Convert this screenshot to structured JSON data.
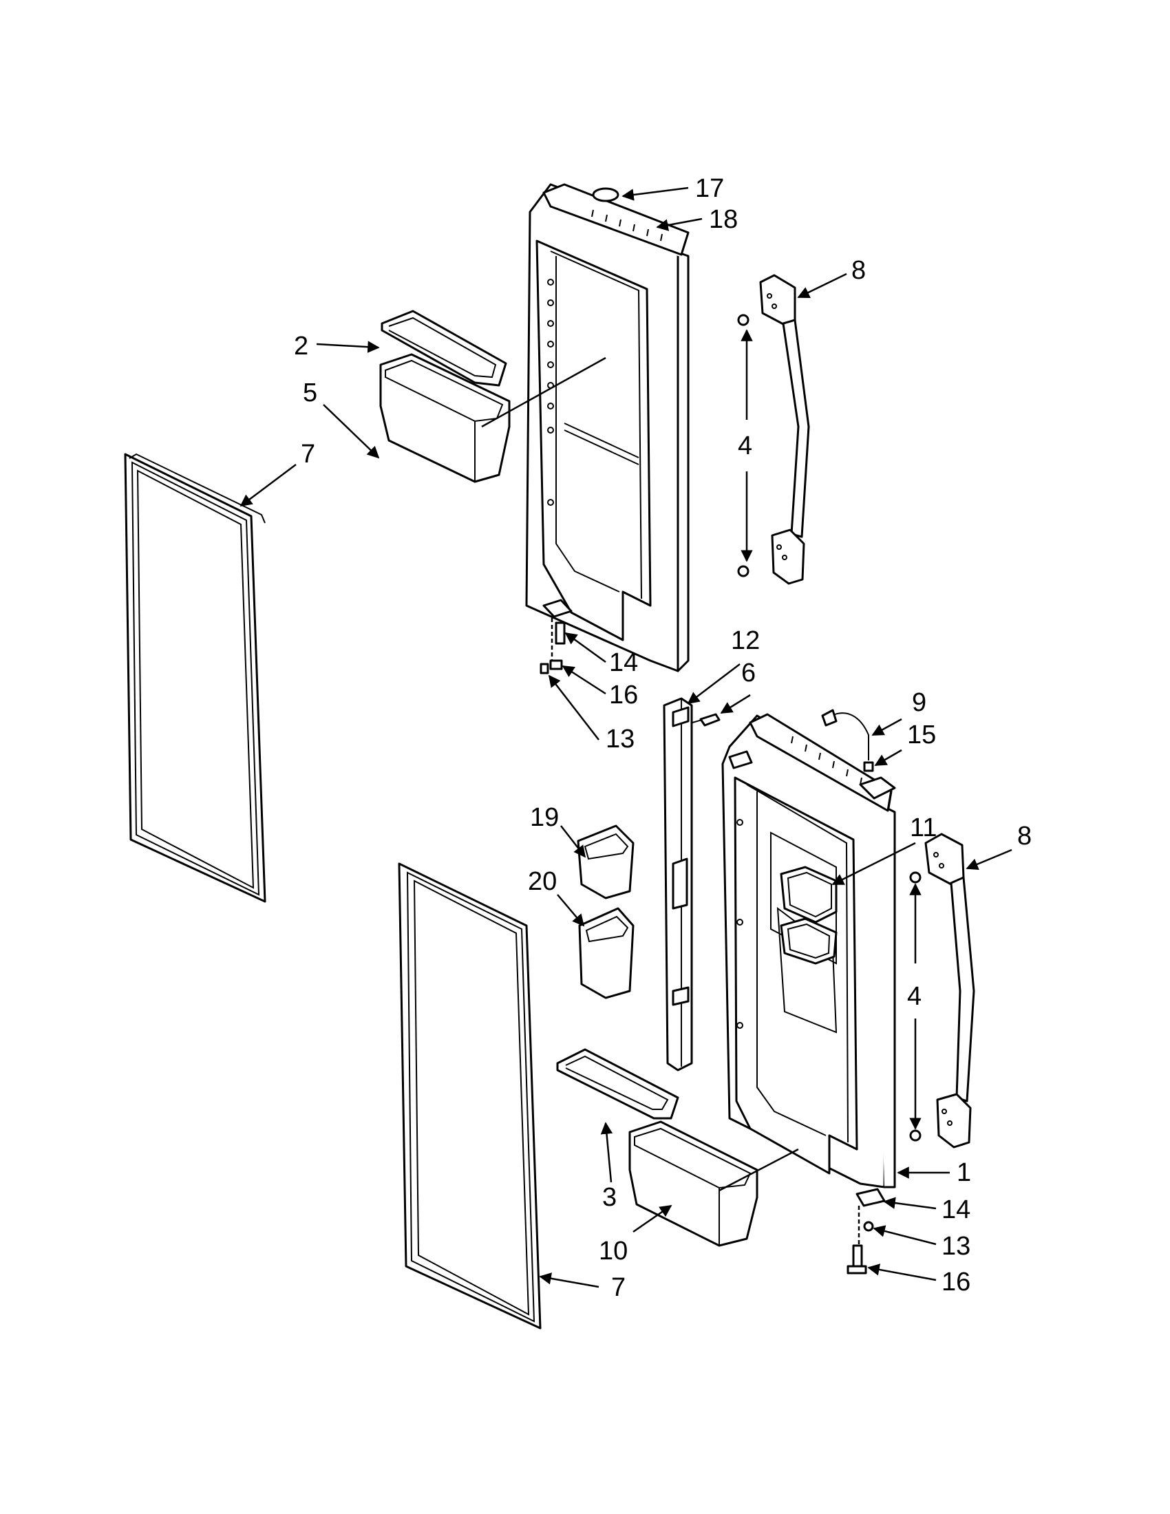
{
  "diagram": {
    "type": "exploded-parts-diagram",
    "callouts": [
      "1",
      "2",
      "3",
      "4",
      "5",
      "6",
      "7",
      "8",
      "9",
      "10",
      "11",
      "12",
      "13",
      "14",
      "15",
      "16",
      "17",
      "18",
      "19",
      "20"
    ],
    "labels": [
      {
        "id": "17",
        "text": "17"
      },
      {
        "id": "18",
        "text": "18"
      },
      {
        "id": "8-upper",
        "text": "8"
      },
      {
        "id": "2",
        "text": "2"
      },
      {
        "id": "5",
        "text": "5"
      },
      {
        "id": "7-upper",
        "text": "7"
      },
      {
        "id": "4-upper",
        "text": "4"
      },
      {
        "id": "14-upper",
        "text": "14"
      },
      {
        "id": "16-upper",
        "text": "16"
      },
      {
        "id": "13-upper",
        "text": "13"
      },
      {
        "id": "12",
        "text": "12"
      },
      {
        "id": "6",
        "text": "6"
      },
      {
        "id": "9",
        "text": "9"
      },
      {
        "id": "15",
        "text": "15"
      },
      {
        "id": "11",
        "text": "11"
      },
      {
        "id": "8-lower",
        "text": "8"
      },
      {
        "id": "19",
        "text": "19"
      },
      {
        "id": "20",
        "text": "20"
      },
      {
        "id": "4-lower",
        "text": "4"
      },
      {
        "id": "1",
        "text": "1"
      },
      {
        "id": "14-lower",
        "text": "14"
      },
      {
        "id": "13-lower",
        "text": "13"
      },
      {
        "id": "16-lower",
        "text": "16"
      },
      {
        "id": "3",
        "text": "3"
      },
      {
        "id": "10",
        "text": "10"
      },
      {
        "id": "7-lower",
        "text": "7"
      }
    ]
  }
}
